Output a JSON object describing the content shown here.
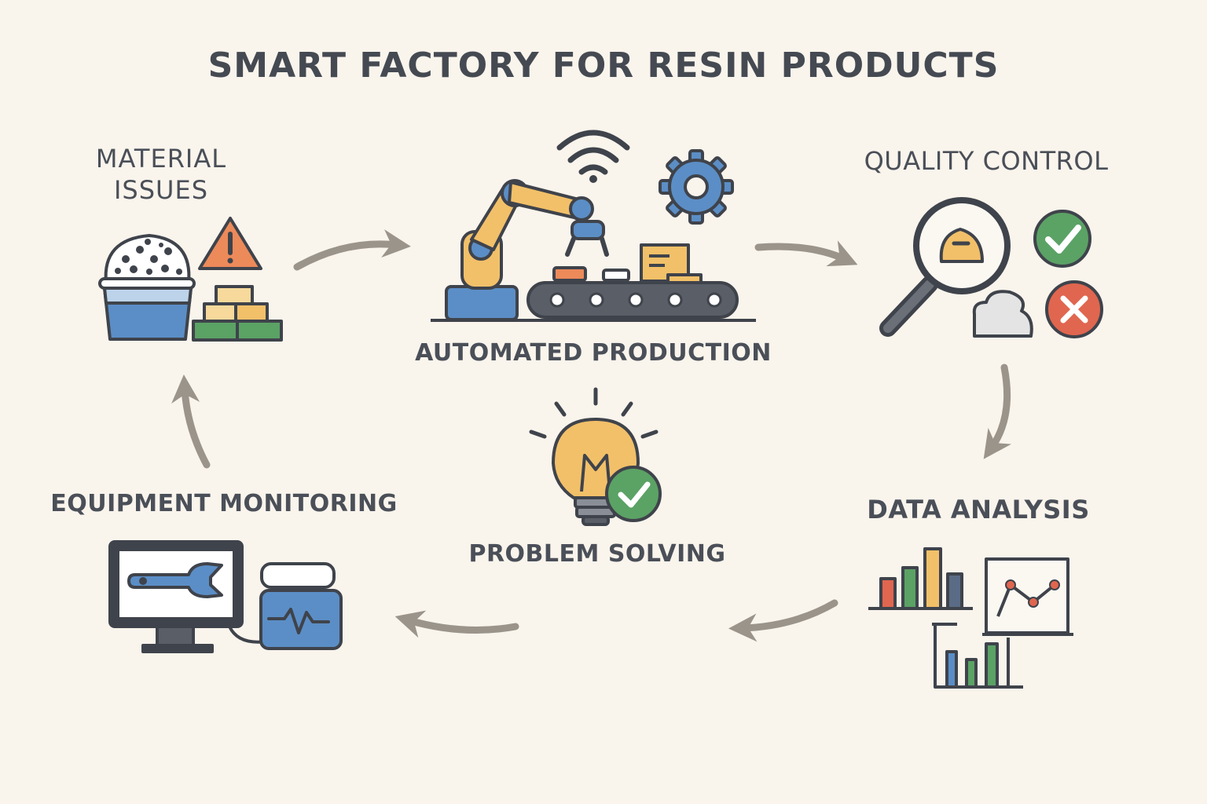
{
  "title": "SMART FACTORY FOR RESIN PRODUCTS",
  "nodes": {
    "material": {
      "label_line1": "MATERIAL",
      "label_line2": "ISSUES"
    },
    "automated": {
      "label": "AUTOMATED PRODUCTION"
    },
    "quality": {
      "label": "QUALITY CONTROL"
    },
    "data": {
      "label": "DATA  ANALYSIS"
    },
    "equipment": {
      "label": "EQUIPMENT MONITORING"
    },
    "problem": {
      "label": "PROBLEM SOLVING"
    }
  },
  "colors": {
    "background": "#f9f4ec",
    "text": "#4a4f58",
    "arrow": "#9a948b",
    "blue": "#5b8ec6",
    "yellow": "#f2c069",
    "orange": "#ec8a5a",
    "green": "#5ba265",
    "red": "#e0664f",
    "outline": "#3f434b"
  }
}
